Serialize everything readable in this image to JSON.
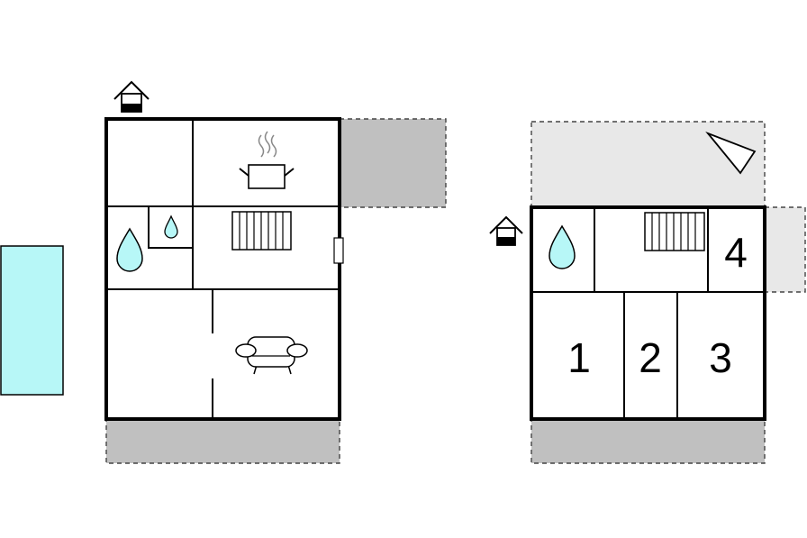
{
  "colors": {
    "wall": "#000000",
    "covered_area": "#c0c0c0",
    "open_area": "#e8e8e8",
    "water": "#b7f7f7",
    "pool": "#b7f7f7"
  },
  "icons": [
    "entrance-icon",
    "cooking-pot-icon",
    "radiator-icon",
    "water-drop-icon",
    "sofa-icon",
    "direction-pointer-icon"
  ],
  "first_floor": {
    "rooms": [
      {
        "id": "room-1",
        "label": "1"
      },
      {
        "id": "room-2",
        "label": "2"
      },
      {
        "id": "room-3",
        "label": "3"
      },
      {
        "id": "room-4",
        "label": "4"
      }
    ]
  }
}
